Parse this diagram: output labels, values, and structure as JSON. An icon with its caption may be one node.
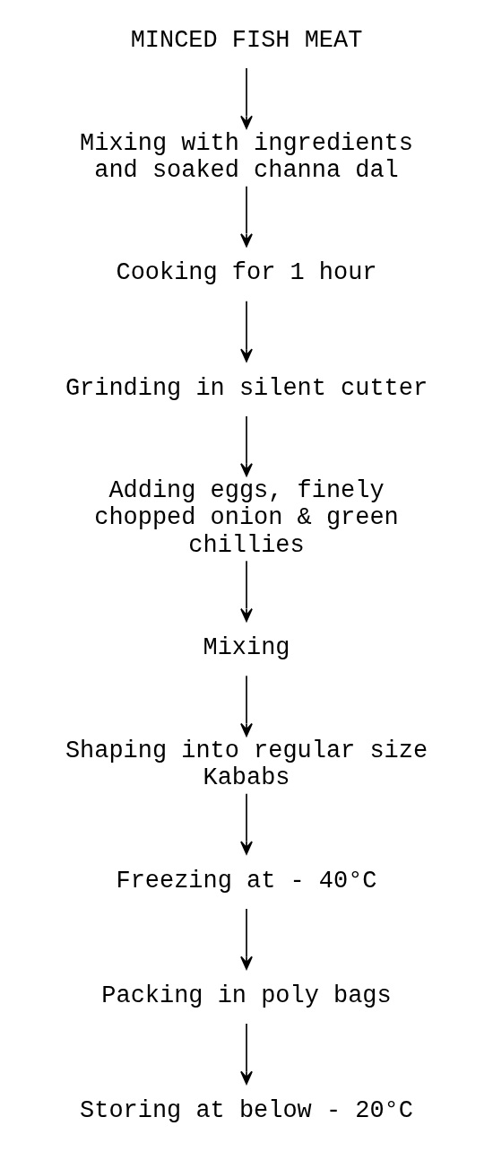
{
  "diagram": {
    "nodes": [
      {
        "text": [
          "MINCED FISH MEAT"
        ]
      },
      {
        "text": [
          "Mixing with ingredients and soaked channa dal"
        ]
      },
      {
        "text": [
          "Cooking for 1 hour"
        ]
      },
      {
        "text": [
          "Grinding in silent cutter"
        ]
      },
      {
        "text": [
          "Adding eggs, finely chopped onion & green chillies"
        ]
      },
      {
        "text": [
          "Mixing"
        ]
      },
      {
        "text": [
          "Shaping into regular size Kababs"
        ]
      },
      {
        "text": [
          "Freezing at - 40°C"
        ]
      },
      {
        "text": [
          "Packing in poly bags"
        ]
      },
      {
        "text": [
          "Storing at below - 20°C"
        ]
      }
    ],
    "edges": [
      {
        "from": 0,
        "to": 1,
        "arrow": "to"
      },
      {
        "from": 1,
        "to": 2,
        "arrow": "to"
      },
      {
        "from": 2,
        "to": 3,
        "arrow": "to"
      },
      {
        "from": 3,
        "to": 4,
        "arrow": "to"
      },
      {
        "from": 4,
        "to": 5,
        "arrow": "to"
      },
      {
        "from": 5,
        "to": 6,
        "arrow": "to"
      },
      {
        "from": 6,
        "to": 7,
        "arrow": "to"
      },
      {
        "from": 7,
        "to": 8,
        "arrow": "to"
      },
      {
        "from": 8,
        "to": 9,
        "arrow": "to"
      }
    ]
  }
}
